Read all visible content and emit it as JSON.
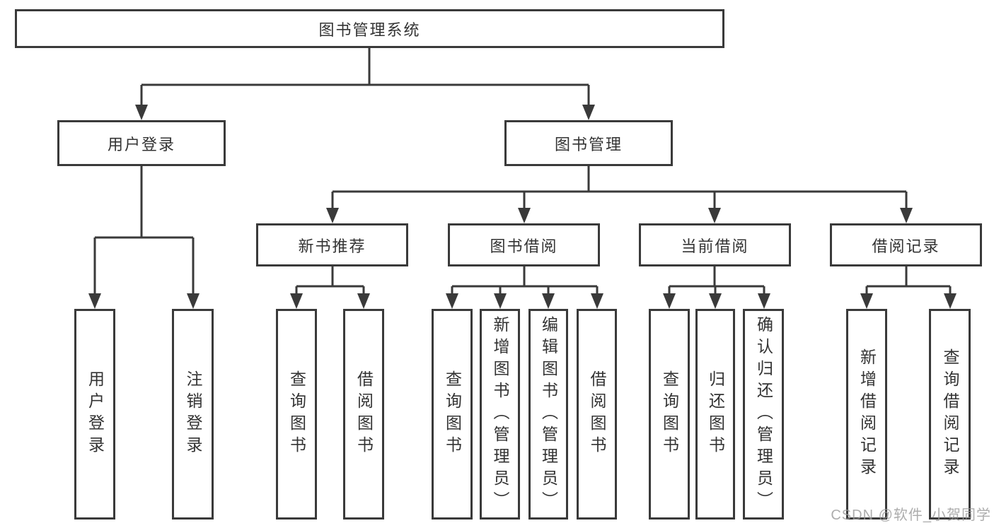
{
  "tree": {
    "label": "图书管理系统",
    "children": [
      {
        "label": "用户登录",
        "children": [
          {
            "label": "用户登录"
          },
          {
            "label": "注销登录"
          }
        ]
      },
      {
        "label": "图书管理",
        "children": [
          {
            "label": "新书推荐",
            "children": [
              {
                "label": "查询图书"
              },
              {
                "label": "借阅图书"
              }
            ]
          },
          {
            "label": "图书借阅",
            "children": [
              {
                "label": "查询图书"
              },
              {
                "label": "新增图书（管理员）"
              },
              {
                "label": "编辑图书（管理员）"
              },
              {
                "label": "借阅图书"
              }
            ]
          },
          {
            "label": "当前借阅",
            "children": [
              {
                "label": "查询图书"
              },
              {
                "label": "归还图书"
              },
              {
                "label": "确认归还（管理员）"
              }
            ]
          },
          {
            "label": "借阅记录",
            "children": [
              {
                "label": "新增借阅记录"
              },
              {
                "label": "查询借阅记录"
              }
            ]
          }
        ]
      }
    ]
  },
  "watermark": "CSDN @软件_小贺同学",
  "colors": {
    "line": "#3a3a3a",
    "text": "#333333",
    "background": "#ffffff",
    "watermark": "#999999"
  }
}
